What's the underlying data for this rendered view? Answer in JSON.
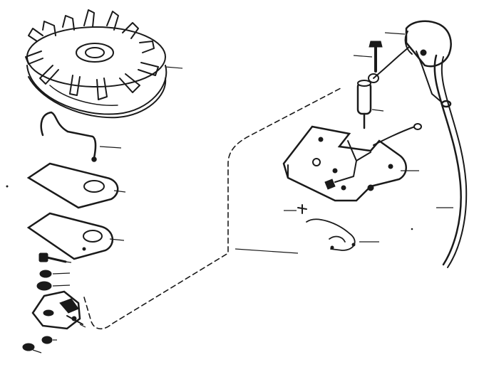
{
  "diagram": {
    "parts": [
      {
        "id": "flywheel",
        "icon": "flywheel-icon",
        "callout": ""
      },
      {
        "id": "wire-spring-clip",
        "icon": "wire-clip-icon",
        "callout": ""
      },
      {
        "id": "upper-gasket",
        "icon": "gasket-icon",
        "callout": ""
      },
      {
        "id": "lower-gasket",
        "icon": "gasket-icon",
        "callout": ""
      },
      {
        "id": "screw",
        "icon": "screw-icon",
        "callout": ""
      },
      {
        "id": "lock-washer",
        "icon": "washer-icon",
        "callout": ""
      },
      {
        "id": "flat-washer",
        "icon": "washer-icon",
        "callout": ""
      },
      {
        "id": "throttle-bracket",
        "icon": "bracket-icon",
        "callout": ""
      },
      {
        "id": "bottom-nut",
        "icon": "nut-icon",
        "callout": ""
      },
      {
        "id": "bottom-washer",
        "icon": "washer-icon",
        "callout": ""
      },
      {
        "id": "ignition-coil",
        "icon": "coil-icon",
        "callout": ""
      },
      {
        "id": "coil-bolt",
        "icon": "bolt-icon",
        "callout": ""
      },
      {
        "id": "condenser",
        "icon": "condenser-icon",
        "callout": ""
      },
      {
        "id": "breaker-plate",
        "icon": "breaker-plate-icon",
        "callout": ""
      },
      {
        "id": "high-tension-lead",
        "icon": "lead-wire-icon",
        "callout": ""
      },
      {
        "id": "plate-screw",
        "icon": "screw-icon",
        "callout": ""
      },
      {
        "id": "retainer-clip",
        "icon": "clip-icon",
        "callout": ""
      }
    ]
  }
}
